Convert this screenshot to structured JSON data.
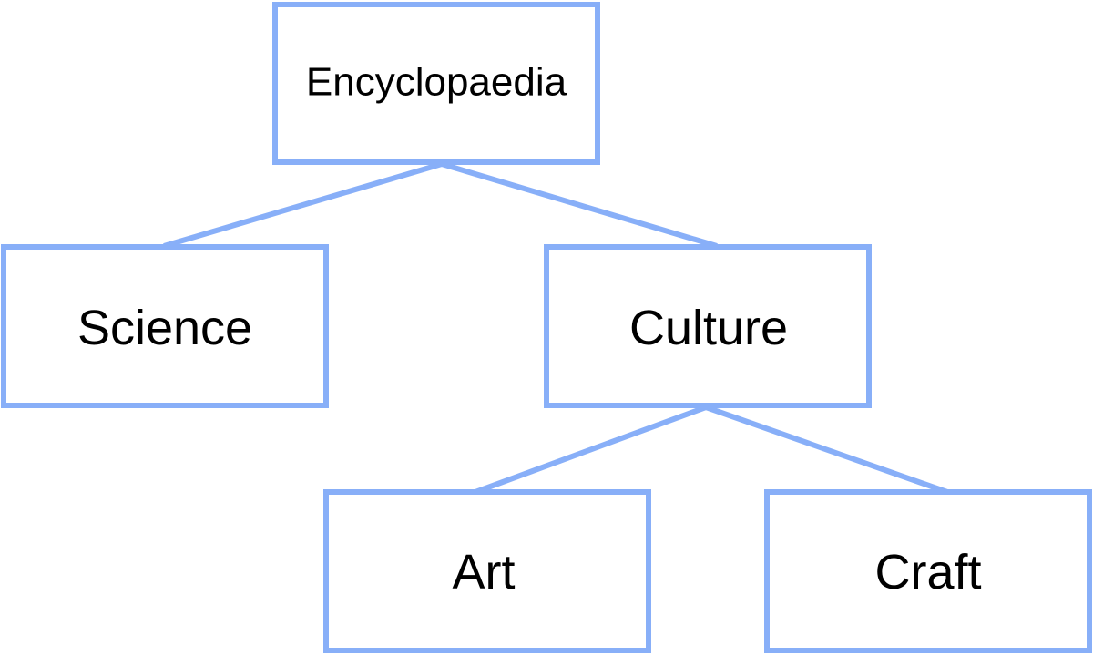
{
  "diagram": {
    "type": "tree",
    "color": "#88aff8",
    "nodes": [
      {
        "id": "encyclopaedia",
        "label": "Encyclopaedia"
      },
      {
        "id": "science",
        "label": "Science",
        "parent": "encyclopaedia"
      },
      {
        "id": "culture",
        "label": "Culture",
        "parent": "encyclopaedia"
      },
      {
        "id": "art",
        "label": "Art",
        "parent": "culture"
      },
      {
        "id": "craft",
        "label": "Craft",
        "parent": "culture"
      }
    ]
  }
}
